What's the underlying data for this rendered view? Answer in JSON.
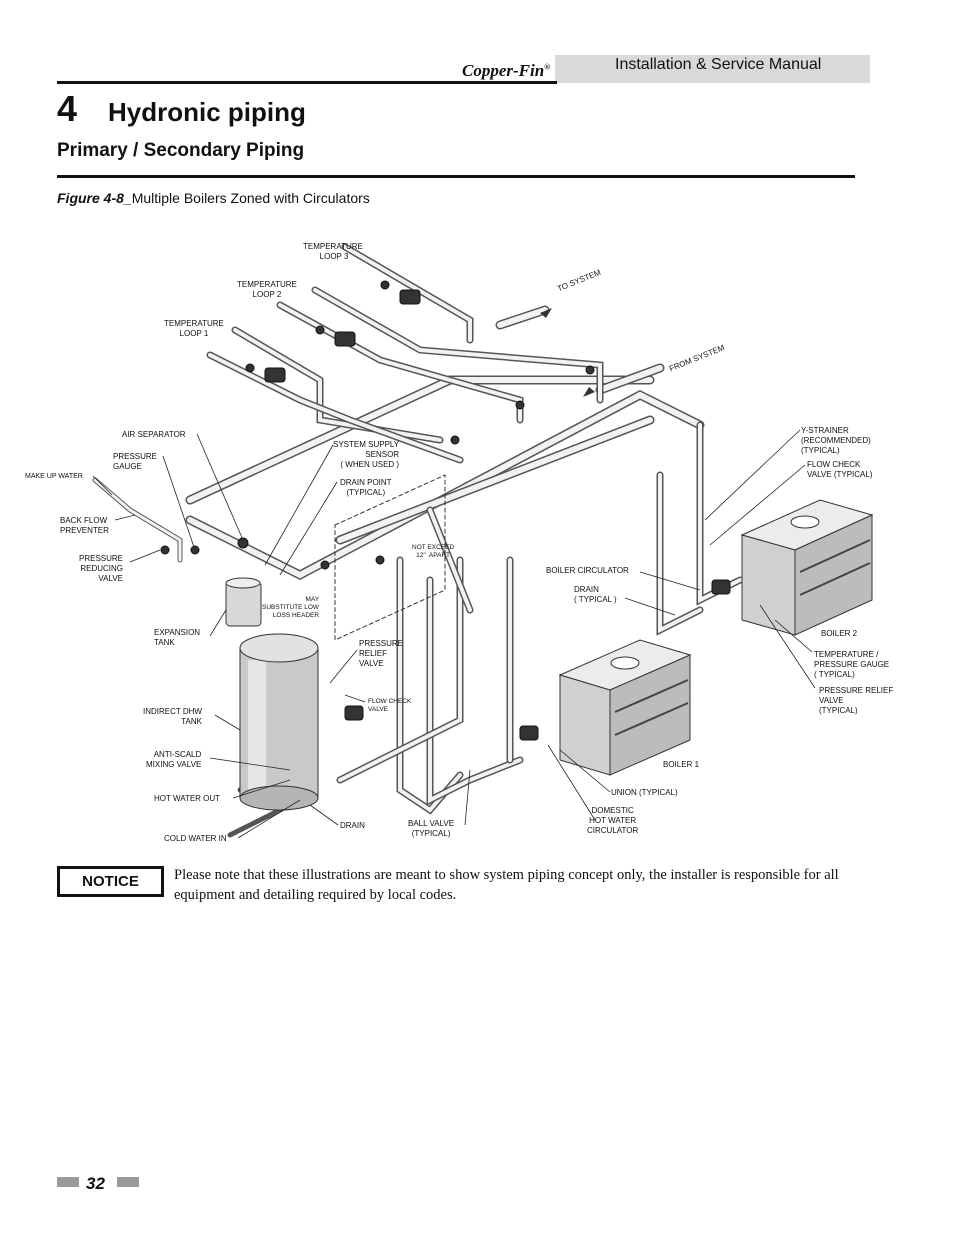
{
  "header": {
    "brand": "Copper-Fin",
    "brand_mark": "®",
    "manual_title": "Installation & Service Manual"
  },
  "chapter": {
    "number": "4",
    "title": "Hydronic piping"
  },
  "section": {
    "title": "Primary / Secondary Piping"
  },
  "figure": {
    "number": "Figure 4-8_",
    "caption": "Multiple Boilers Zoned with Circulators",
    "labels": {
      "temp_loop_3": "TEMPERATURE\n LOOP 3",
      "temp_loop_2": "TEMPERATURE\nLOOP 2",
      "temp_loop_1": "TEMPERATURE\nLOOP 1",
      "to_system": "TO SYSTEM",
      "from_system": "FROM SYSTEM",
      "air_separator": "AIR SEPARATOR",
      "pressure_gauge": "PRESSURE\nGAUGE",
      "make_up_water": "MAKE UP WATER",
      "back_flow_preventer": "BACK FLOW\nPREVENTER",
      "pressure_reducing_valve": "PRESSURE\nREDUCING\nVALVE",
      "system_supply_sensor": "SYSTEM SUPPLY\nSENSOR\n( WHEN USED )",
      "drain_point": "DRAIN POINT\n(TYPICAL)",
      "not_exceed": "NOT EXCEED\n12\"  APART",
      "may_substitute": "MAY\nSUBSTITUTE LOW\nLOSS HEADER",
      "expansion_tank": "EXPANSION\nTANK",
      "pressure_relief_valve": "PRESSURE\nRELIEF\nVALVE",
      "flow_check_valve": "FLOW CHECK\nVALVE",
      "indirect_dhw_tank": "INDIRECT DHW\nTANK",
      "anti_scald": "ANTI-SCALD\nMIXING VALVE",
      "hot_water_out": "HOT WATER OUT",
      "cold_water_in": "COLD WATER IN",
      "drain": "DRAIN",
      "ball_valve": "BALL VALVE\n(TYPICAL)",
      "domestic_circulator": "DOMESTIC\nHOT WATER\nCIRCULATOR",
      "union": "UNION (TYPICAL)",
      "boiler_1": "BOILER 1",
      "boiler_2": "BOILER 2",
      "boiler_circulator": "BOILER CIRCULATOR",
      "drain_typical": "DRAIN\n( TYPICAL )",
      "y_strainer": "Y-STRAINER\n(RECOMMENDED)\n(TYPICAL)",
      "flow_check_typical": "FLOW CHECK\nVALVE (TYPICAL)",
      "temp_pressure_gauge": "TEMPERATURE /\nPRESSURE GAUGE\n( TYPICAL)",
      "pressure_relief_typical": "PRESSURE RELIEF\nVALVE\n(TYPICAL)"
    }
  },
  "notice": {
    "label": "NOTICE",
    "text": "Please note that these illustrations are meant to show system piping concept only, the installer is responsible for all equipment and detailing required by local codes."
  },
  "footer": {
    "page_number": "32"
  }
}
